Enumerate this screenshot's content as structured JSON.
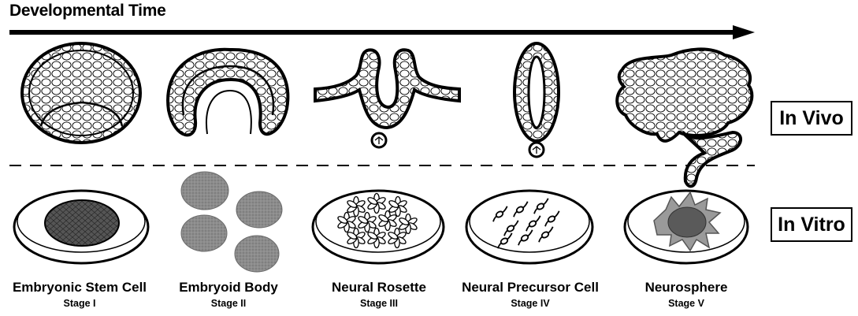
{
  "title": "Developmental Time",
  "labels": {
    "in_vivo": "In Vivo",
    "in_vitro": "In Vitro"
  },
  "stages": [
    {
      "name": "Embryonic Stem Cell",
      "stage": "Stage I"
    },
    {
      "name": "Embryoid Body",
      "stage": "Stage II"
    },
    {
      "name": "Neural Rosette",
      "stage": "Stage III"
    },
    {
      "name": "Neural Precursor Cell",
      "stage": "Stage IV"
    },
    {
      "name": "Neurosphere",
      "stage": "Stage V"
    }
  ],
  "colors": {
    "ink": "#000000",
    "gray": "#8a8a8a",
    "dark_gray": "#555555",
    "dish_fill": "#ffffff"
  }
}
